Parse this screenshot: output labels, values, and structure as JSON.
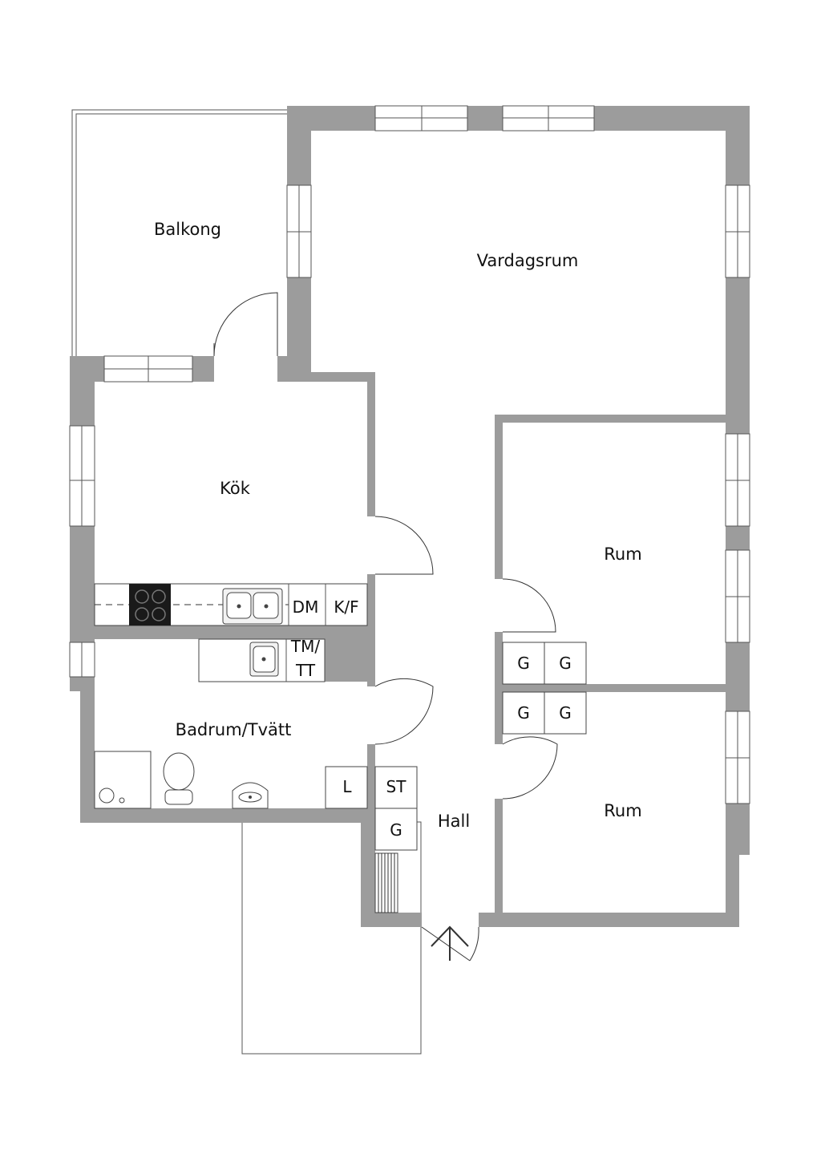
{
  "rooms": {
    "balkong": "Balkong",
    "vardagsrum": "Vardagsrum",
    "kok": "Kök",
    "rum1": "Rum",
    "rum2": "Rum",
    "badrum": "Badrum/Tvätt",
    "hall": "Hall"
  },
  "fixtures": {
    "dm": "DM",
    "kf": "K/F",
    "tm": "TM/",
    "tt": "TT",
    "l": "L",
    "st": "ST",
    "g_hall": "G",
    "g1": "G",
    "g2": "G",
    "g3": "G",
    "g4": "G"
  },
  "colors": {
    "wall": "#9c9c9c",
    "line": "#333333",
    "background": "#ffffff"
  }
}
